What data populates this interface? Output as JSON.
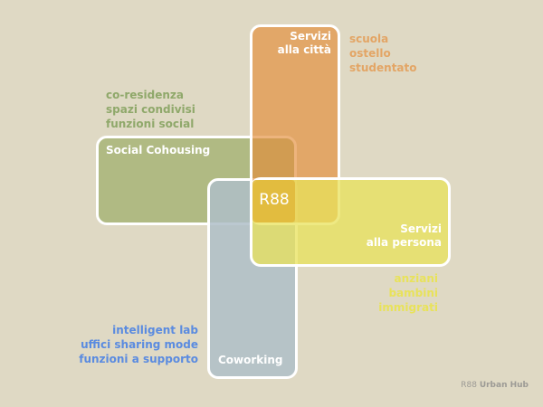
{
  "boxes": {
    "social": {
      "title": "Social Cohousing",
      "items": [
        "co-residenza",
        "spazi condivisi",
        "funzioni social"
      ]
    },
    "servizi_citta": {
      "title_lines": [
        "Servizi",
        "alla città"
      ],
      "items": [
        "scuola",
        "ostello",
        "studentato"
      ]
    },
    "servizi_persona": {
      "title_lines": [
        "Servizi",
        "alla persona"
      ],
      "items": [
        "anziani",
        "bambini",
        "immigrati"
      ]
    },
    "coworking": {
      "title": "Coworking",
      "items": [
        "intelligent lab",
        "uffici sharing mode",
        "funzioni a supporto"
      ]
    }
  },
  "center": {
    "label": "R88"
  },
  "footer": {
    "brand": "R88",
    "rest": "Urban Hub"
  },
  "colors": {
    "background": "#dfd9c4",
    "social": "#a0af6e",
    "servizi_citta": "#e48c37",
    "servizi_persona": "#e8e15a",
    "coworking": "#afbec8",
    "coworking_text": "#5a8be0"
  }
}
